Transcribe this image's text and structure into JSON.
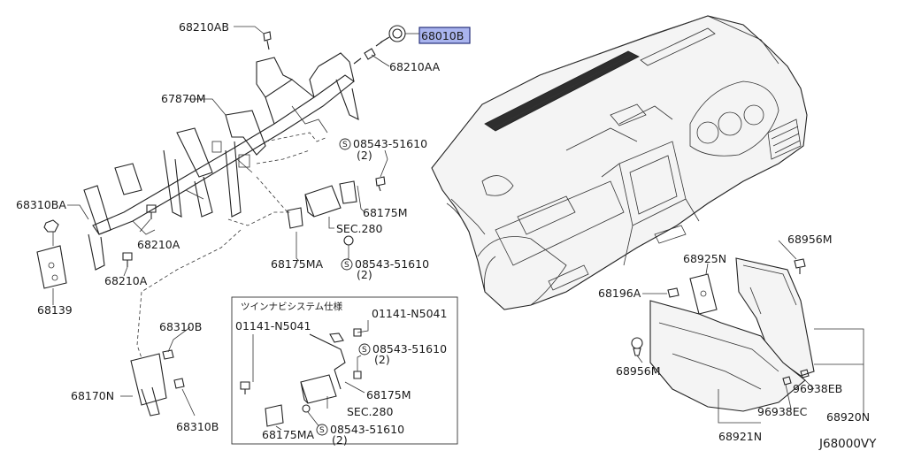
{
  "labels": {
    "p68210AB": "68210AB",
    "p68010B": "68010B",
    "p68210AA": "68210AA",
    "p67870M": "67870M",
    "p08543_top": "08543-51610",
    "p08543_top_qty": "(2)",
    "p68175M_top": "68175M",
    "sec280_top": "SEC.280",
    "p68310BA": "68310BA",
    "p68210A_1": "68210A",
    "p68210A_2": "68210A",
    "p68139": "68139",
    "p68175MA_top": "68175MA",
    "p08543_mid": "08543-51610",
    "p08543_mid_qty": "(2)",
    "inset_title": "ツインナビシステム仕様",
    "p01141_a": "01141-N5041",
    "p01141_b": "01141-N5041",
    "p08543_inset1": "08543-51610",
    "p08543_inset1_qty": "(2)",
    "p68175M_inset": "68175M",
    "sec280_inset": "SEC.280",
    "p68175MA_inset": "68175MA",
    "p08543_inset2": "08543-51610",
    "p08543_inset2_qty": "(2)",
    "p68310B_1": "68310B",
    "p68310B_2": "68310B",
    "p68170N": "68170N",
    "p68956M_top": "68956M",
    "p68925N": "68925N",
    "p68196A": "68196A",
    "p68956M_bot": "68956M",
    "p96938EB": "96938EB",
    "p96938EC": "96938EC",
    "p68920N": "68920N",
    "p68921N": "68921N",
    "diagram_code": "J68000VY"
  },
  "screw_symbol": "S",
  "colors": {
    "highlight_fill": "#a9b4ee",
    "highlight_stroke": "#26307a",
    "line": "#222222",
    "panel": "#f4f4f4"
  }
}
